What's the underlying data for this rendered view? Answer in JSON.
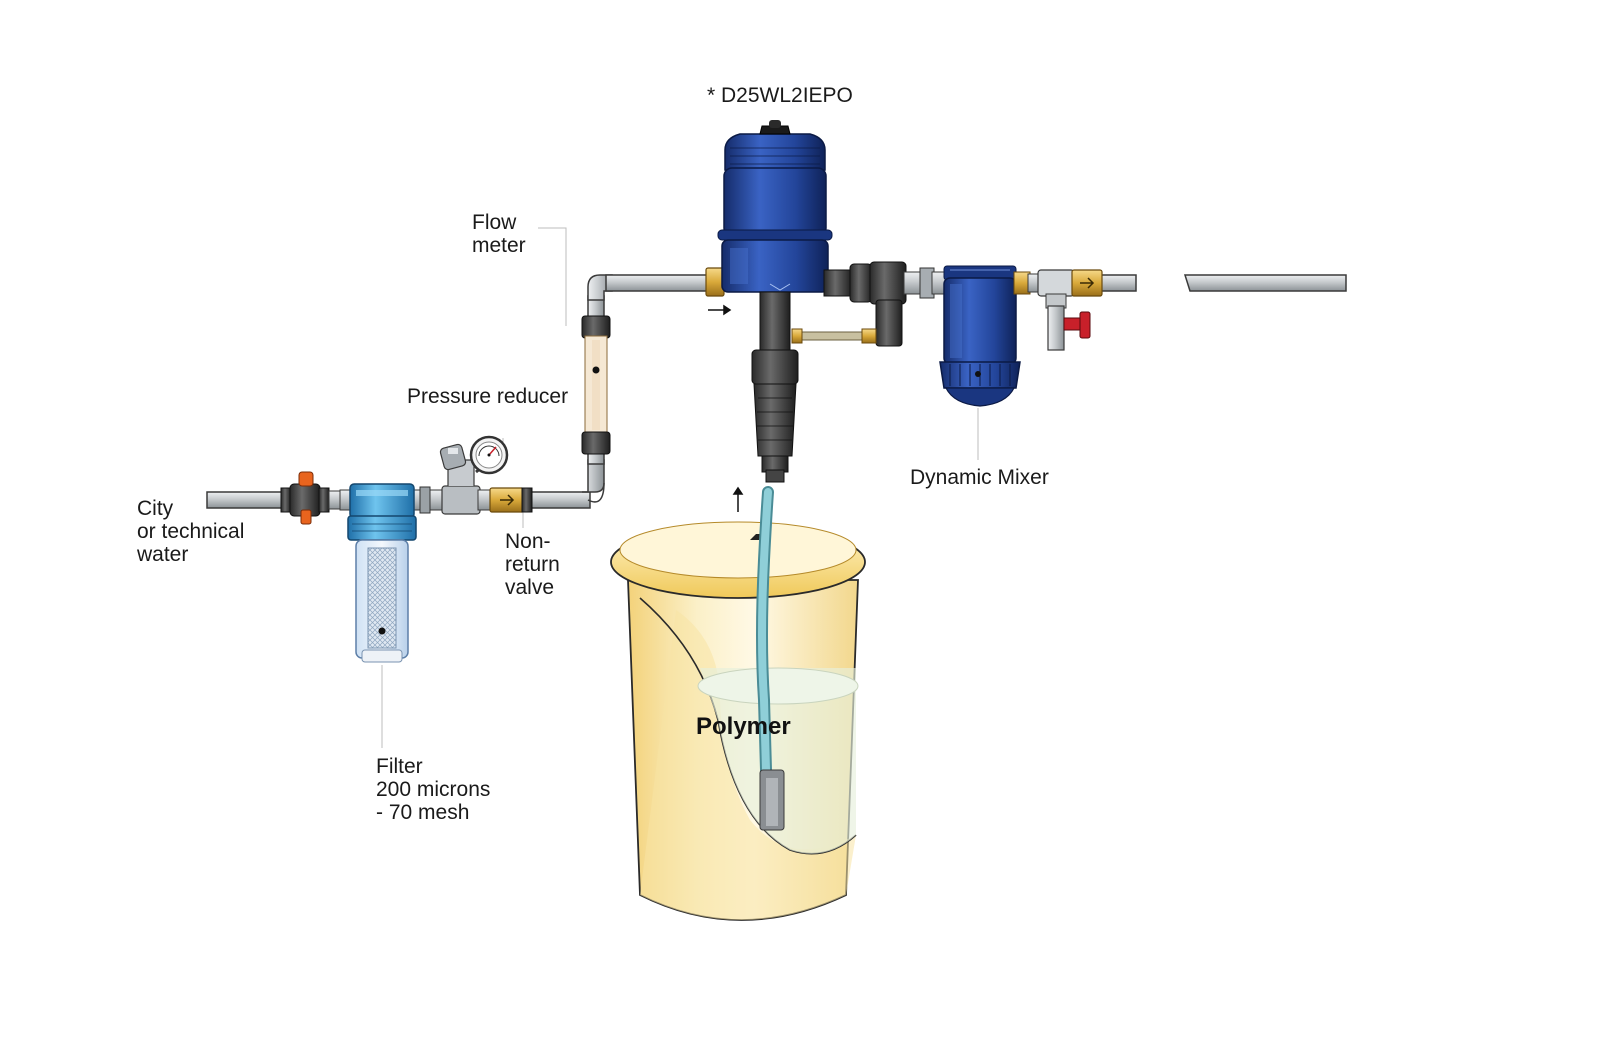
{
  "diagram": {
    "labels": {
      "model": "* D25WL2IEPO",
      "flow_meter": [
        "Flow",
        "meter"
      ],
      "pressure_reducer": "Pressure reducer",
      "city_water": [
        "City",
        "or technical",
        "water"
      ],
      "non_return_valve": [
        "Non-",
        "return",
        "valve"
      ],
      "filter": [
        "Filter",
        "200 microns",
        "- 70 mesh"
      ],
      "dynamic_mixer": "Dynamic Mixer",
      "tank": "Polymer"
    },
    "colors": {
      "pump_blue": "#1f3d8a",
      "pump_blue_light": "#3a63c4",
      "pipe_gray": "#c8ccd0",
      "pipe_outline": "#3a3a3a",
      "brass": "#d9a93a",
      "valve_orange": "#e8641e",
      "valve_red": "#c8202a",
      "tank_yellow": "#f6dc8a",
      "tank_solution": "#e6f0dc",
      "suction_tube": "#8fcfd8",
      "filter_cyan": "#3fa3d8"
    },
    "icons": [
      "flow-arrow-icon",
      "pressure-gauge-icon"
    ]
  }
}
